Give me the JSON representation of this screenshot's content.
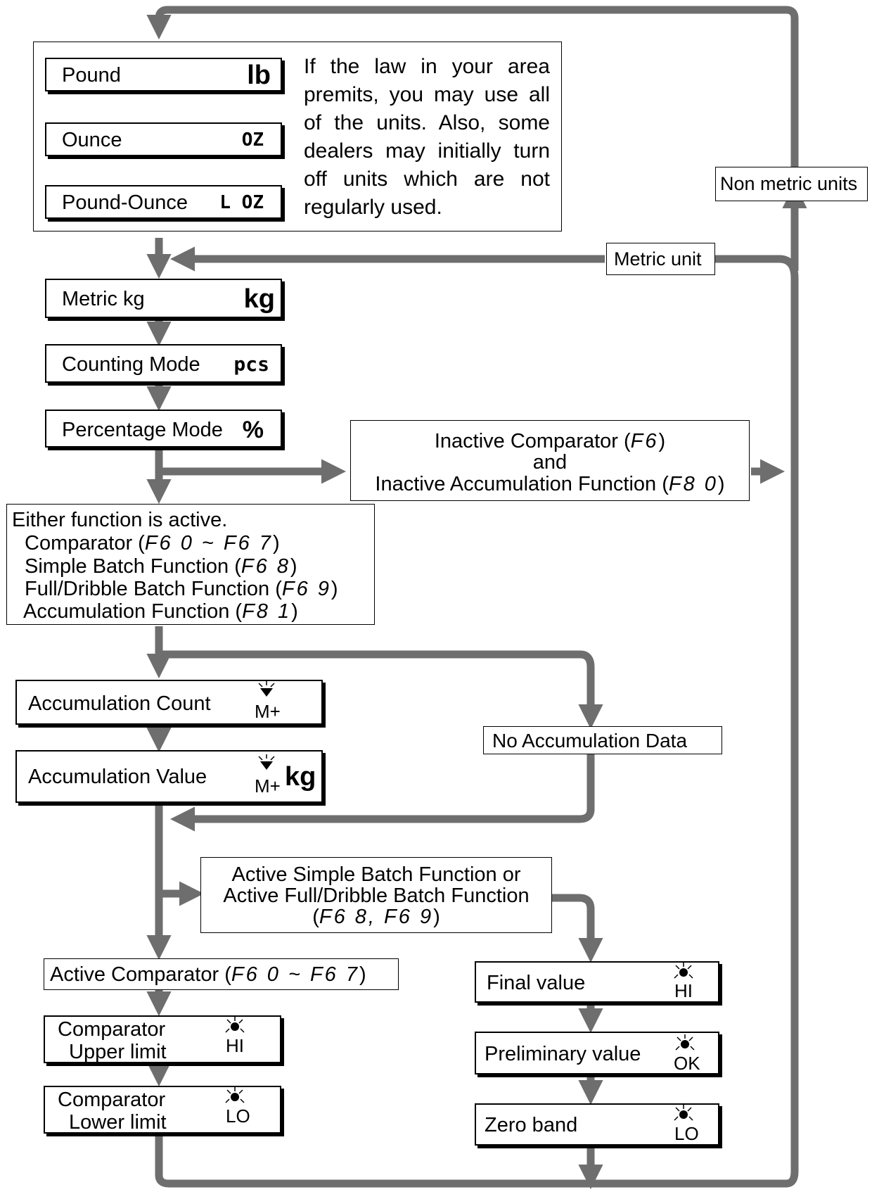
{
  "units_panel": {
    "pound": {
      "label": "Pound",
      "unit": "lb"
    },
    "ounce": {
      "label": "Ounce",
      "unit": "OZ"
    },
    "pound_ounce": {
      "label": "Pound-Ounce",
      "unit": "L OZ"
    },
    "note_lines": [
      "If the law in your area",
      "premits, you may use all",
      "of the units. Also, some",
      "dealers may initially turn",
      "off units which are not",
      "regularly used."
    ]
  },
  "labels": {
    "non_metric": "Non metric units",
    "metric_unit": "Metric unit",
    "no_accum_data": "No Accumulation Data"
  },
  "modes": {
    "metric_kg": {
      "label": "Metric kg",
      "unit": "kg"
    },
    "counting": {
      "label": "Counting Mode",
      "unit": "pcs"
    },
    "percentage": {
      "label": "Percentage Mode",
      "unit": "%"
    }
  },
  "inactive_box": {
    "line1_pre": "Inactive Comparator (",
    "line1_code": "F6",
    "line1_post": ")",
    "line2": "and",
    "line3_pre": "Inactive Accumulation Function (",
    "line3_code": "F8 0",
    "line3_post": ")"
  },
  "either_box": {
    "title": "Either function is active.",
    "comp_pre": "Comparator (",
    "comp_code": "F6 0 ~ F6 7",
    "comp_post": ")",
    "simple_pre": "Simple Batch Function (",
    "simple_code": "F6 8",
    "simple_post": ")",
    "full_pre": "Full/Dribble Batch Function (",
    "full_code": "F6 9",
    "full_post": ")",
    "accum_pre": "Accumulation Function (",
    "accum_code": "F8 1",
    "accum_post": ")"
  },
  "accum_count": {
    "label": "Accumulation Count",
    "indicator": "M+"
  },
  "accum_value": {
    "label": "Accumulation Value",
    "indicator": "M+",
    "unit": "kg"
  },
  "batch_box": {
    "line1": "Active Simple Batch Function  or",
    "line2": "Active Full/Dribble Batch Function",
    "line3_pre": "(",
    "line3_code": "F6 8, F6 9",
    "line3_post": ")"
  },
  "active_comp": {
    "pre": "Active Comparator (",
    "code": "F6 0 ~ F6 7",
    "post": ")"
  },
  "comp_upper": {
    "line1": "Comparator",
    "line2": "Upper limit",
    "indicator": "HI"
  },
  "comp_lower": {
    "line1": "Comparator",
    "line2": "Lower limit",
    "indicator": "LO"
  },
  "final_value": {
    "label": "Final value",
    "indicator": "HI"
  },
  "prelim_value": {
    "label": "Preliminary value",
    "indicator": "OK"
  },
  "zero_band": {
    "label": "Zero band",
    "indicator": "LO"
  },
  "colors": {
    "flow": "#6e6e6e",
    "border": "#000000"
  }
}
